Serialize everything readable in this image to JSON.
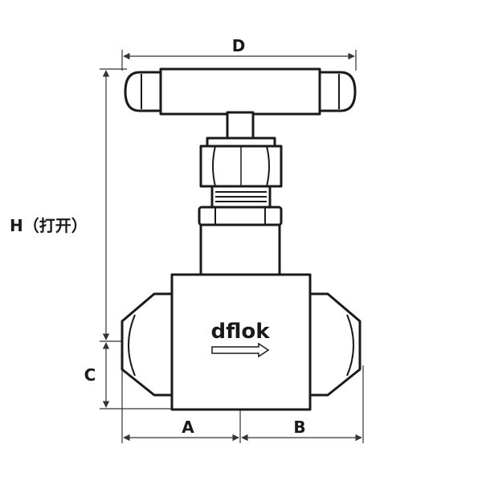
{
  "diagram": {
    "brand": "dflok",
    "dimensions": {
      "D": "D",
      "H": "H（打开）",
      "C": "C",
      "A": "A",
      "B": "B"
    }
  },
  "colors": {
    "stroke": "#1a1a1a",
    "fill": "#ffffff",
    "dimension_line": "#333333"
  }
}
